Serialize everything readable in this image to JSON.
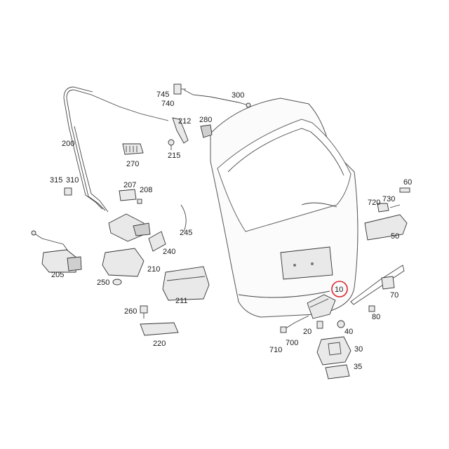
{
  "diagram": {
    "highlight_color": "#d9262c",
    "highlighted_label": "10",
    "labels": {
      "l745": "745",
      "l740": "740",
      "l300": "300",
      "l212": "212",
      "l280": "280",
      "l215": "215",
      "l200": "200",
      "l270": "270",
      "l315": "315",
      "l310": "310",
      "l207": "207",
      "l208": "208",
      "l245": "245",
      "l240": "240",
      "l205": "205",
      "l210": "210",
      "l250": "250",
      "l211": "211",
      "l260": "260",
      "l220": "220",
      "l60": "60",
      "l720": "720",
      "l730": "730",
      "l50": "50",
      "l70": "70",
      "l80": "80",
      "l10": "10",
      "l20": "20",
      "l40": "40",
      "l710": "710",
      "l700": "700",
      "l30": "30",
      "l35": "35"
    }
  }
}
